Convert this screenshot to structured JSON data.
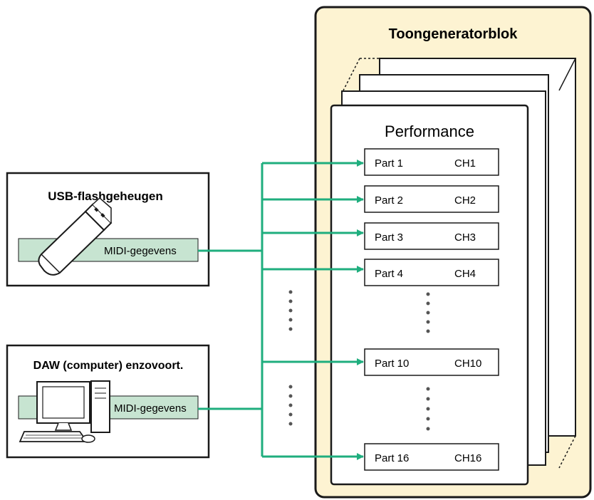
{
  "colors": {
    "panel_fill": "#fdf3d2",
    "stroke": "#1a1a1a",
    "connector": "#1fae7e",
    "midi_band": "#c7e4d1",
    "dot": "#555555"
  },
  "tone_generator": {
    "title": "Toongeneratorblok",
    "performance_label": "Performance",
    "parts": [
      {
        "label": "Part 1",
        "channel": "CH1"
      },
      {
        "label": "Part 2",
        "channel": "CH2"
      },
      {
        "label": "Part 3",
        "channel": "CH3"
      },
      {
        "label": "Part 4",
        "channel": "CH4"
      },
      {
        "label": "Part 10",
        "channel": "CH10"
      },
      {
        "label": "Part 16",
        "channel": "CH16"
      }
    ]
  },
  "sources": [
    {
      "title": "USB-flashgeheugen",
      "data_label": "MIDI-gegevens",
      "device_icon": "usb-stick-icon"
    },
    {
      "title": "DAW (computer) enzovoort.",
      "data_label": "MIDI-gegevens",
      "device_icon": "computer-icon"
    }
  ]
}
